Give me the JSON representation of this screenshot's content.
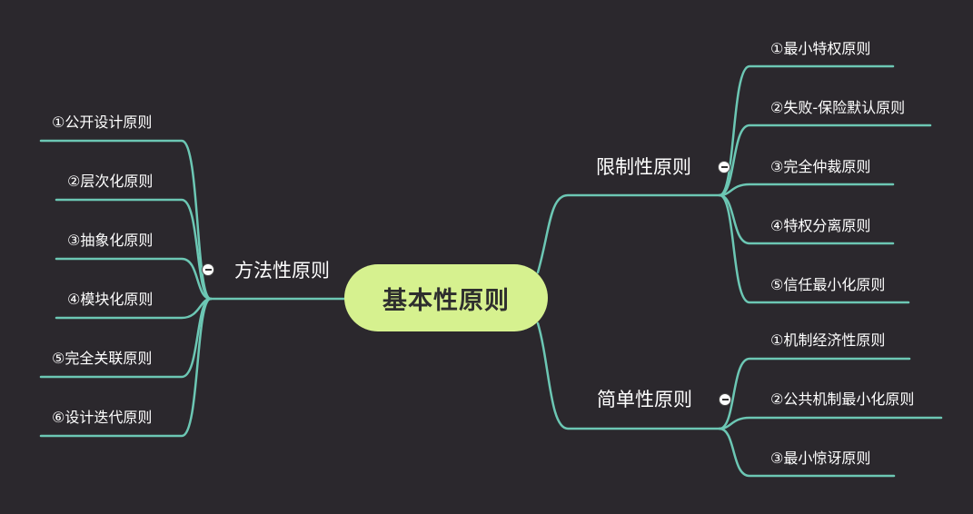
{
  "root": {
    "label": "基本性原则",
    "color": "#d6f18f"
  },
  "line_color": "#6cc7b4",
  "background": "#2b282d",
  "branches": {
    "method": {
      "label": "方法性原则",
      "children": [
        "①公开设计原则",
        "②层次化原则",
        "③抽象化原则",
        "④模块化原则",
        "⑤完全关联原则",
        "⑥设计迭代原则"
      ]
    },
    "restrict": {
      "label": "限制性原则",
      "children": [
        "①最小特权原则",
        "②失败-保险默认原则",
        "③完全仲裁原则",
        "④特权分离原则",
        "⑤信任最小化原则"
      ]
    },
    "simple": {
      "label": "简单性原则",
      "children": [
        "①机制经济性原则",
        "②公共机制最小化原则",
        "③最小惊讶原则"
      ]
    }
  }
}
